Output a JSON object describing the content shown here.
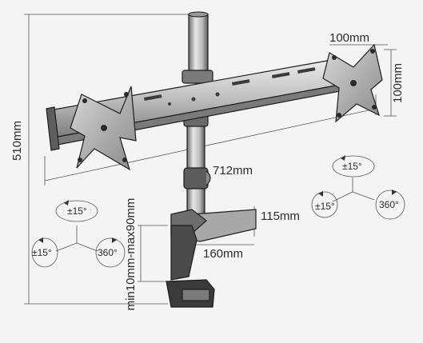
{
  "dimensions": {
    "height_overall": "510mm",
    "plate_width": "100mm",
    "plate_height": "100mm",
    "arm_span": "712mm",
    "clamp_depth": "115mm",
    "clamp_range": "min10mm-max90mm",
    "base_depth": "160mm"
  },
  "rotation_left": {
    "tilt": "±15°",
    "swivel": "±15°",
    "rotate": "360°"
  },
  "rotation_right": {
    "tilt": "±15°",
    "swivel": "±15°",
    "rotate": "360°"
  },
  "colors": {
    "background": "#f4f4f4",
    "metal_dark": "#3a3a3a",
    "metal_mid": "#8f8f8f",
    "metal_light": "#d4d4d4",
    "line": "#555555"
  }
}
